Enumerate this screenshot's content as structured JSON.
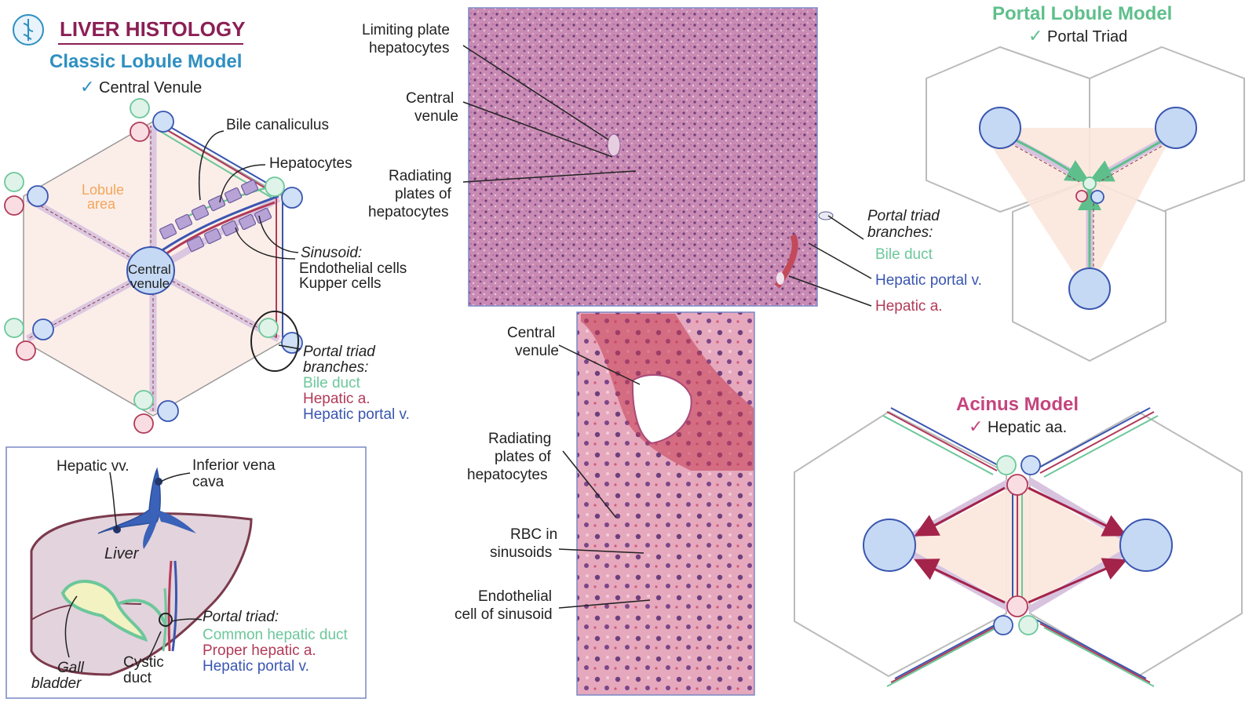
{
  "header": {
    "title": "LIVER HISTOLOGY",
    "classic": "Classic Lobule Model",
    "classic_check": "Central Venule"
  },
  "classic": {
    "lobule_area": [
      "Lobule",
      "area"
    ],
    "central_venule": [
      "Central",
      "venule"
    ],
    "bile_canaliculus": "Bile canaliculus",
    "hepatocytes": "Hepatocytes",
    "sinusoid": "Sinusoid:",
    "endothelial": "Endothelial cells",
    "kupffer": "Kupper cells",
    "portal_triad": [
      "Portal triad",
      "branches:"
    ],
    "bile_duct": "Bile duct",
    "hepatic_a": "Hepatic a.",
    "hepatic_portal": "Hepatic portal v."
  },
  "liver_box": {
    "hepatic_vv": "Hepatic vv.",
    "ivc": [
      "Inferior vena",
      "cava"
    ],
    "liver": "Liver",
    "gall": [
      "Gall",
      "bladder"
    ],
    "cystic": [
      "Cystic",
      "duct"
    ],
    "portal_triad": "Portal triad:",
    "common_hepatic": "Common hepatic duct",
    "proper_hepatic": "Proper hepatic a.",
    "hepatic_portal": "Hepatic portal v."
  },
  "micro_top": {
    "limiting": [
      "Limiting plate",
      "hepatocytes"
    ],
    "central": [
      "Central",
      "venule"
    ],
    "radiating": [
      "Radiating",
      "plates of",
      "hepatocytes"
    ],
    "portal_triad": [
      "Portal triad",
      "branches:"
    ],
    "bile_duct": "Bile duct",
    "hepatic_portal": "Hepatic portal v.",
    "hepatic_a": "Hepatic a."
  },
  "micro_bottom": {
    "central": [
      "Central",
      "venule"
    ],
    "radiating": [
      "Radiating",
      "plates of",
      "hepatocytes"
    ],
    "rbc": [
      "RBC in",
      "sinusoids"
    ],
    "endothelial": [
      "Endothelial",
      "cell of sinusoid"
    ]
  },
  "portal_model": {
    "title": "Portal Lobule Model",
    "check": "Portal Triad"
  },
  "acinus": {
    "title": "Acinus Model",
    "check": "Hepatic aa."
  },
  "colors": {
    "bile": "#6cc79b",
    "artery": "#b23a58",
    "vein": "#3a56b0",
    "title_maroon": "#8b1f55",
    "classic_blue": "#2e8fc1",
    "portal_green": "#5fbf8c",
    "acinus_pink": "#c4457e",
    "lobule_orange": "#f2a65a"
  }
}
